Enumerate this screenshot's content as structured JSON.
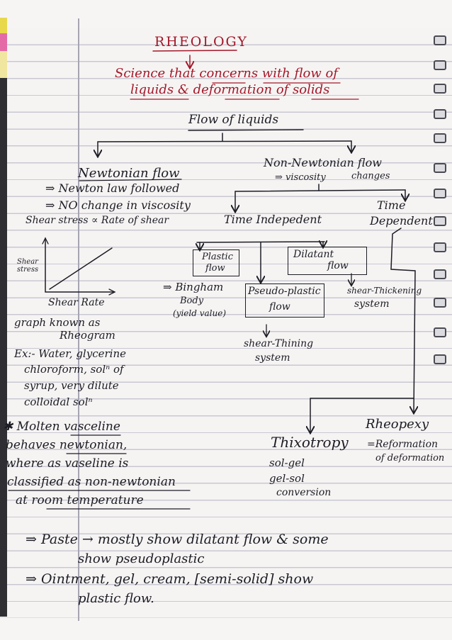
{
  "notes": {
    "title": "RHEOLOGY",
    "definition_line1": "Science that concerns with flow of",
    "definition_line2": "liquids & deformation of solids",
    "flow_of_liquids": "Flow of liquids",
    "newtonian": {
      "heading": "Newtonian flow",
      "point1": "⇒ Newton law followed",
      "point2": "⇒ NO change in viscosity",
      "law": "Shear stress ∝ Rate of shear",
      "y_axis": "Shear stress",
      "x_axis": "Shear Rate",
      "graph_note1": "graph known as",
      "graph_note2": "Rheogram",
      "ex1": "Ex:- Water, glycerine",
      "ex2": "chloroform, solⁿ of",
      "ex3": "syrup, very dilute",
      "ex4": "colloidal solⁿ"
    },
    "non_newtonian": {
      "heading": "Non-Newtonian flow",
      "sub1": "⇒ viscosity",
      "sub2": "changes",
      "time_independent": "Time Indepedent",
      "time_dependent1": "Time",
      "time_dependent2": "Dependent",
      "plastic1": "Plastic",
      "plastic2": "flow",
      "bingham1": "⇒ Bingham",
      "bingham2": "Body",
      "bingham3": "(yield value)",
      "pseudo1": "Pseudo-plastic",
      "pseudo2": "flow",
      "shear_thinning1": "shear-Thining",
      "shear_thinning2": "system",
      "dilatant1": "Dilatant",
      "dilatant2": "flow",
      "shear_thickening1": "shear-Thickening",
      "shear_thickening2": "system",
      "thixotropy": "Thixotropy",
      "solgel1": "sol-gel",
      "solgel2": "gel-sol",
      "solgel3": "conversion",
      "rheopexy": "Rheopexy",
      "reformation1": "=Reformation",
      "reformation2": "of deformation"
    },
    "vaseline": {
      "line1": "✱ Molten vasceline",
      "line2": "behaves newtonian,",
      "line3": "where as vaseline is",
      "line4": "classified as non-newtonian",
      "line5": "at room temperature"
    },
    "bottom": {
      "paste1": "⇒ Paste → mostly show dilatant flow & some",
      "paste2": "show pseudoplastic",
      "ointment1": "⇒ Ointment, gel, cream, [semi-solid] show",
      "ointment2": "plastic flow."
    }
  }
}
